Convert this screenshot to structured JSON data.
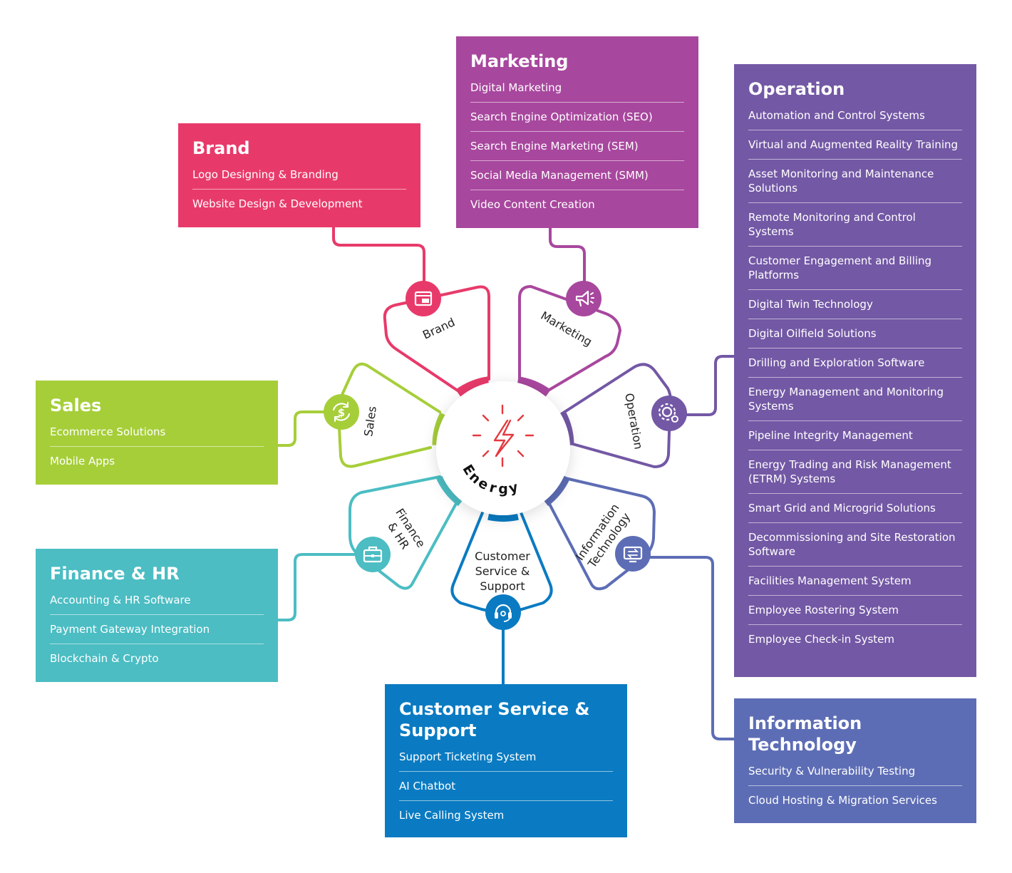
{
  "center": {
    "label": "Energy"
  },
  "colors": {
    "brand": "#e83a6a",
    "marketing": "#a8479e",
    "operation": "#7358a5",
    "sales": "#a6ce39",
    "finance": "#4bbdc3",
    "customer": "#0a7bc2",
    "it": "#5d6db5",
    "bolt": "#e5393f"
  },
  "petals": {
    "brand": "Brand",
    "marketing": "Marketing",
    "operation": "Operation",
    "sales": "Sales",
    "finance_1": "Finance",
    "finance_2": "& HR",
    "customer_1": "Customer",
    "customer_2": "Service &",
    "customer_3": "Support",
    "it_1": "Information",
    "it_2": "Technology"
  },
  "icons": {
    "brand": "browser-window-icon",
    "marketing": "megaphone-icon",
    "operation": "gear-settings-icon",
    "sales": "dollar-cycle-icon",
    "finance": "briefcase-icon",
    "customer": "headset-icon",
    "it": "monitor-icon",
    "center": "lightning-bolt-icon"
  },
  "brand": {
    "title": "Brand",
    "items": [
      "Logo Designing & Branding",
      "Website Design & Development"
    ]
  },
  "marketing": {
    "title": "Marketing",
    "items": [
      "Digital Marketing",
      "Search Engine Optimization (SEO)",
      "Search Engine Marketing (SEM)",
      "Social Media Management (SMM)",
      "Video Content Creation"
    ]
  },
  "operation": {
    "title": "Operation",
    "items": [
      "Automation and Control Systems",
      "Virtual and Augmented Reality Training",
      "Asset Monitoring and Maintenance Solutions",
      "Remote Monitoring and Control Systems",
      "Customer Engagement and Billing Platforms",
      "Digital Twin Technology",
      "Digital Oilfield Solutions",
      "Drilling and Exploration Software",
      "Energy Management and Monitoring Systems",
      "Pipeline Integrity Management",
      "Energy Trading and Risk Management (ETRM) Systems",
      "Smart Grid and Microgrid Solutions",
      "Decommissioning and Site Restoration Software",
      "Facilities Management System",
      "Employee Rostering System",
      "Employee Check-in System"
    ]
  },
  "sales": {
    "title": "Sales",
    "items": [
      "Ecommerce Solutions",
      "Mobile Apps"
    ]
  },
  "finance": {
    "title": "Finance & HR",
    "items": [
      "Accounting & HR Software",
      "Payment Gateway Integration",
      "Blockchain & Crypto"
    ]
  },
  "customer": {
    "title": "Customer Service & Support",
    "items": [
      "Support Ticketing System",
      "AI Chatbot",
      "Live Calling System"
    ]
  },
  "it": {
    "title": "Information Technology",
    "items": [
      "Security & Vulnerability Testing",
      "Cloud Hosting & Migration Services"
    ]
  }
}
